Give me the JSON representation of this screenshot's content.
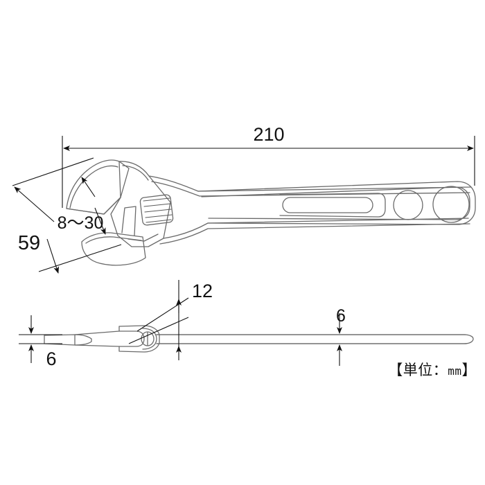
{
  "drawing": {
    "subject": "adjustable-wrench",
    "views": {
      "top": "front-elevation-view",
      "bottom": "side-profile-view"
    },
    "line_color": "#666666",
    "dimension_color": "#111111",
    "background_color": "#ffffff"
  },
  "dimensions": {
    "overall_length": "210",
    "head_height": "59",
    "jaw_capacity": "8〜30",
    "head_thickness": "12",
    "jaw_thickness": "6",
    "handle_thickness": "6"
  },
  "unit_note": {
    "open_bracket": "【",
    "label": "単位：",
    "unit": "mm",
    "close_bracket": "】"
  }
}
